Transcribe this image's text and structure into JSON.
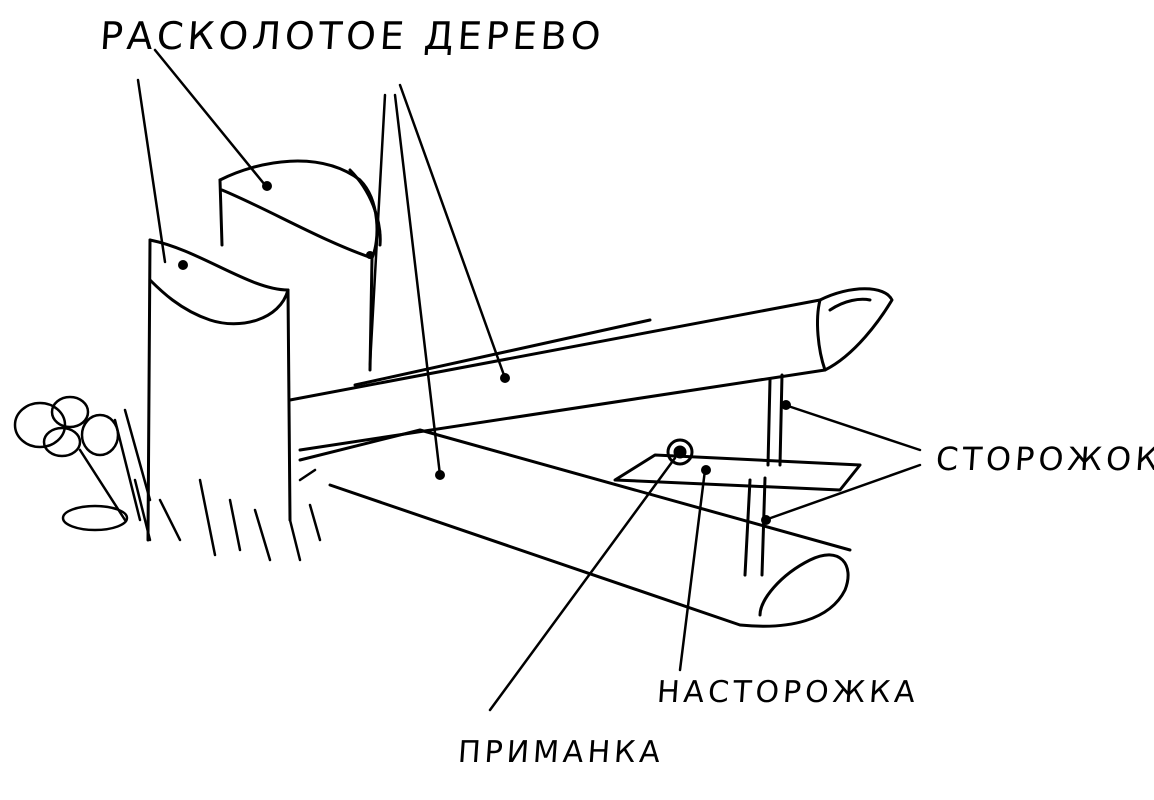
{
  "labels": {
    "split_tree": "РАСКОЛОТОЕ ДЕРЕВО",
    "trigger_stick": "СТОРОЖОК",
    "trigger_plate": "НАСТОРОЖКА",
    "bait": "ПРИМАНКА"
  },
  "colors": {
    "ink": "#000000",
    "background": "#ffffff"
  }
}
